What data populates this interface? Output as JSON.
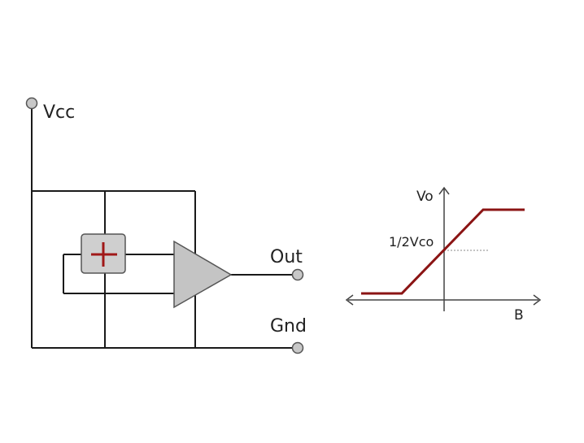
{
  "circuit": {
    "vcc_label": "Vcc",
    "out_label": "Out",
    "gnd_label": "Gnd",
    "sensor_symbol": "+"
  },
  "graph": {
    "y_axis_label": "Vo",
    "x_axis_label": "B",
    "midpoint_label": "1/2Vco"
  },
  "colors": {
    "wire": "#1a1a1a",
    "terminal_fill": "#c8c8c8",
    "terminal_stroke": "#555555",
    "sensor_fill": "#cfcfcf",
    "sensor_symbol": "#a01818",
    "amp_fill": "#c4c4c4",
    "curve": "#8b1414",
    "axis": "#444444",
    "dotted": "#888888"
  }
}
